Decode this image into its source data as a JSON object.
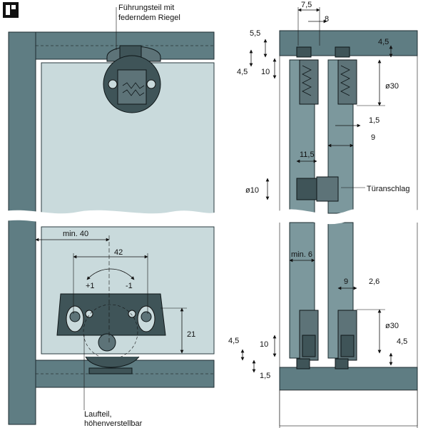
{
  "labels": {
    "guide_part": [
      "Führungsteil mit",
      "federndem Riegel"
    ],
    "door_stop": "Türanschlag",
    "running_part": [
      "Laufteil,",
      "höhenverstellbar"
    ]
  },
  "dimensions": {
    "d_7_5": "7,5",
    "d_8": "8",
    "d_5_5": "5,5",
    "d_4_5_a": "4,5",
    "d_10_a": "10",
    "d_4_5_b": "4,5",
    "d_30_a": "ø30",
    "d_1_5_a": "1,5",
    "d_9_a": "9",
    "d_11_5": "11,5",
    "d_10_dia": "ø10",
    "d_min40": "min. 40",
    "d_42": "42",
    "d_plus1": "+1",
    "d_minus1": "-1",
    "d_21": "21",
    "d_min6": "min. 6",
    "d_9_b": "9",
    "d_2_6": "2,6",
    "d_30_b": "ø30",
    "d_4_5_c": "4,5",
    "d_10_b": "10",
    "d_4_5_d": "4,5",
    "d_1_5_b": "1,5"
  },
  "colors": {
    "frame": "#5f7d83",
    "glass": "#c9dadc",
    "part": "#3f5458",
    "background": "#ffffff"
  }
}
